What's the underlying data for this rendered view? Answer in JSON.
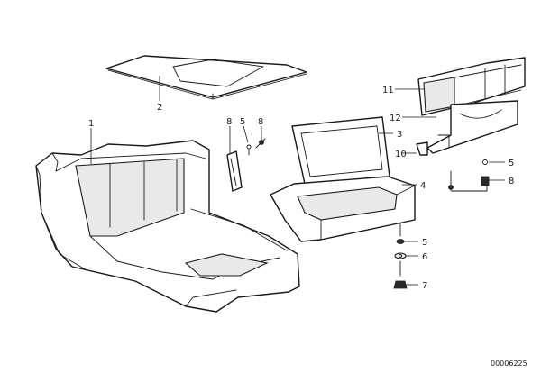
{
  "diagram": {
    "callouts": {
      "c1": "1",
      "c2": "2",
      "c3": "3",
      "c4": "4",
      "c5a": "5",
      "c5b": "5",
      "c5c": "5",
      "c6": "6",
      "c7": "7",
      "c8a": "8",
      "c8b": "8",
      "c8c": "8",
      "c10": "10",
      "c11": "11",
      "c12": "12"
    },
    "document_number": "00006225"
  }
}
